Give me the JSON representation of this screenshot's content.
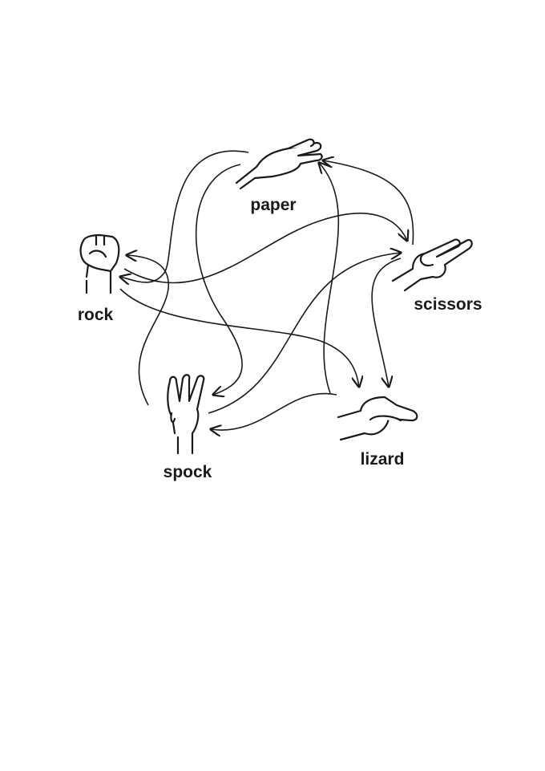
{
  "nodes": [
    {
      "id": "paper",
      "label": "paper"
    },
    {
      "id": "rock",
      "label": "rock"
    },
    {
      "id": "scissors",
      "label": "scissors"
    },
    {
      "id": "spock",
      "label": "spock"
    },
    {
      "id": "lizard",
      "label": "lizard"
    }
  ],
  "edges": [
    {
      "from": "scissors",
      "to": "paper"
    },
    {
      "from": "paper",
      "to": "rock"
    },
    {
      "from": "rock",
      "to": "lizard"
    },
    {
      "from": "lizard",
      "to": "spock"
    },
    {
      "from": "spock",
      "to": "scissors"
    },
    {
      "from": "scissors",
      "to": "lizard"
    },
    {
      "from": "lizard",
      "to": "paper"
    },
    {
      "from": "paper",
      "to": "spock"
    },
    {
      "from": "spock",
      "to": "rock"
    },
    {
      "from": "rock",
      "to": "scissors"
    }
  ],
  "colors": {
    "ink": "#1a1a1a",
    "background": "#ffffff"
  }
}
